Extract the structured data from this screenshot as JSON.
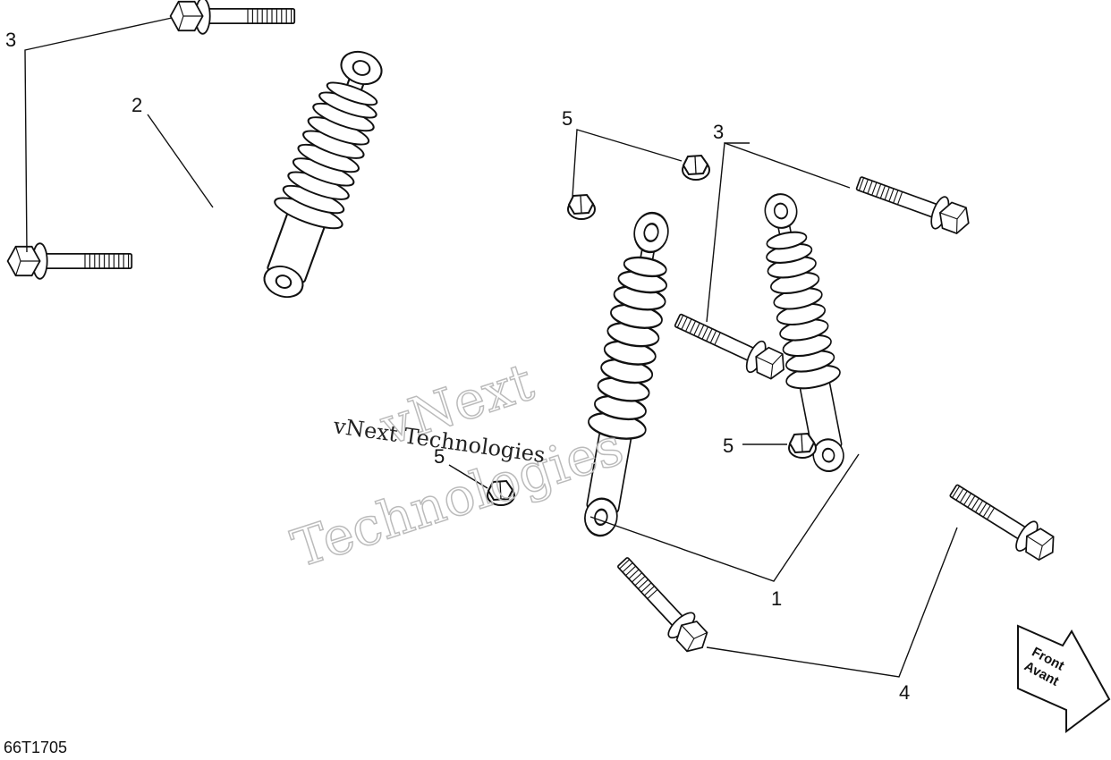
{
  "callouts": {
    "one": "1",
    "two": "2",
    "three_a": "3",
    "three_b": "3",
    "four": "4",
    "five_a": "5",
    "five_b": "5",
    "five_c": "5"
  },
  "watermark": {
    "line1": "vNext",
    "line2": "Technologies",
    "inline": "vNext Technologies"
  },
  "direction": {
    "front": "Front",
    "avant": "Avant"
  },
  "figure_code": "66T1705"
}
